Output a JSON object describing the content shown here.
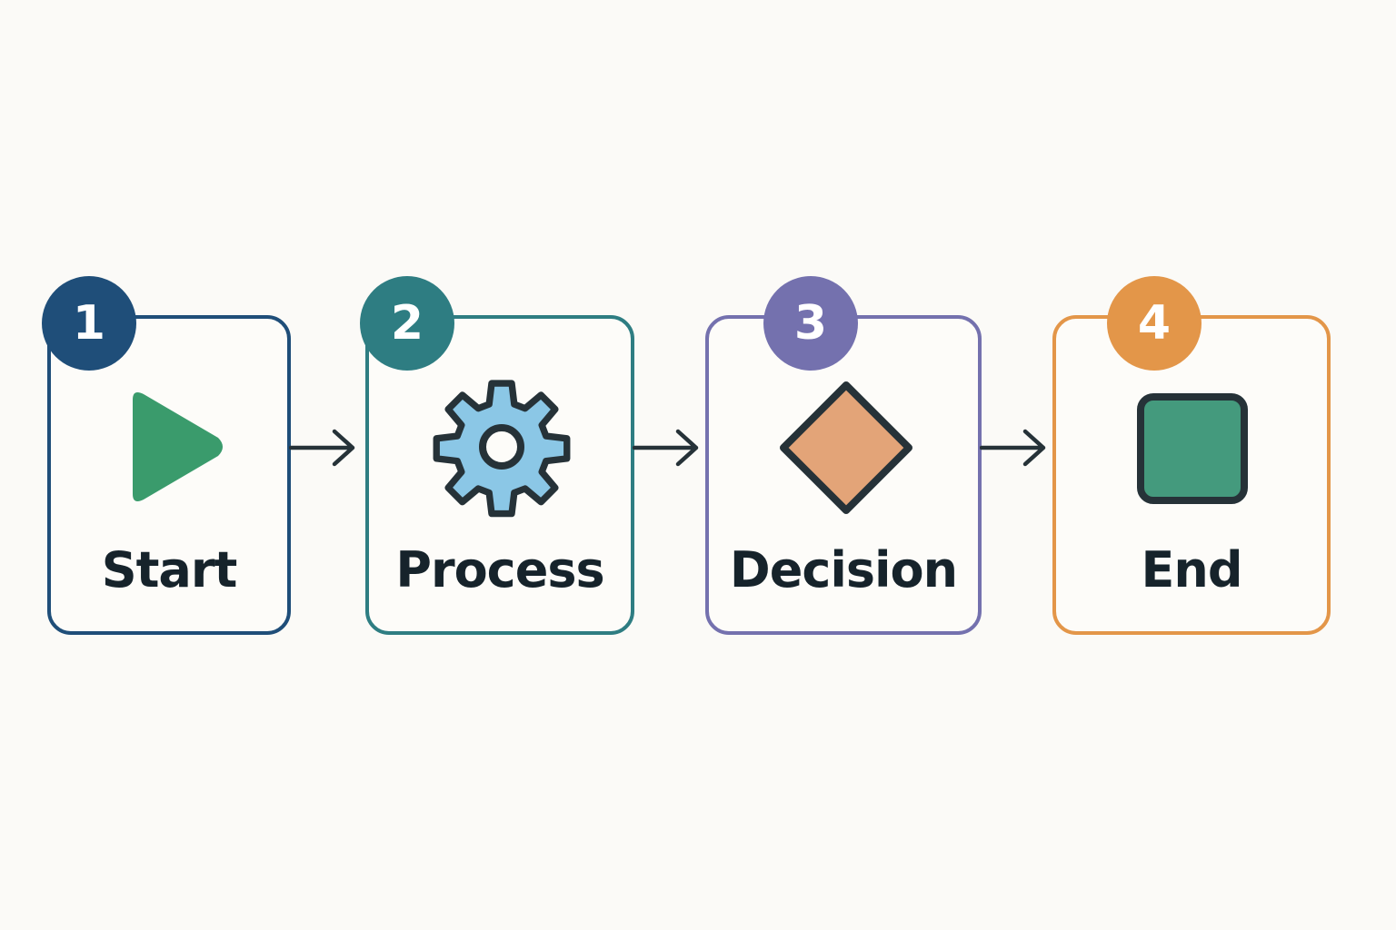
{
  "steps": [
    {
      "number": "1",
      "label": "Start",
      "icon": "play-icon",
      "color": "#1f4e79"
    },
    {
      "number": "2",
      "label": "Process",
      "icon": "gear-icon",
      "color": "#2e7d82"
    },
    {
      "number": "3",
      "label": "Decision",
      "icon": "diamond-icon",
      "color": "#7471ae"
    },
    {
      "number": "4",
      "label": "End",
      "icon": "stop-square-icon",
      "color": "#e39649"
    }
  ],
  "icon_colors": {
    "play": "#3a9b6c",
    "gear_fill": "#8bc7e6",
    "diamond_fill": "#e3a478",
    "square_fill": "#449a7d",
    "outline": "#263238"
  }
}
